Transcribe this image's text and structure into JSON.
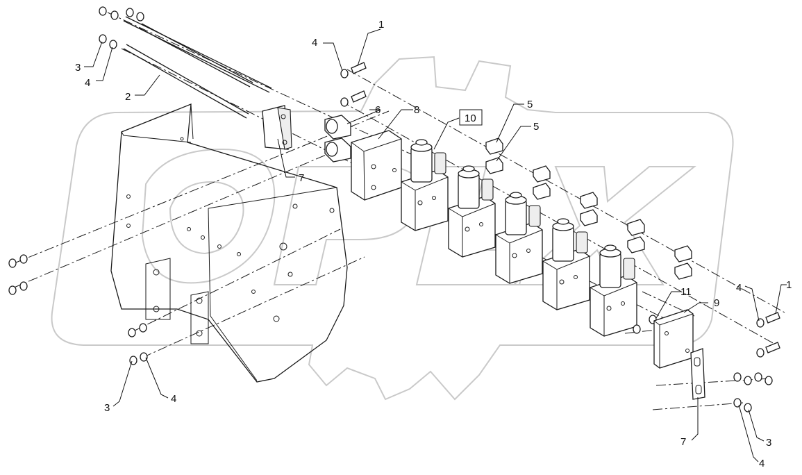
{
  "callouts": {
    "c1a": "1",
    "c2": "2",
    "c3a": "3",
    "c4a": "4",
    "c4b": "4",
    "c6": "6",
    "c8": "8",
    "c10": "10",
    "c5a": "5",
    "c5b": "5",
    "c7a": "7",
    "c11": "11",
    "c9": "9",
    "c4c": "4",
    "c1b": "1",
    "c3b": "3",
    "c4d": "4",
    "c7b": "7",
    "c3c": "3",
    "c4e": "4"
  }
}
